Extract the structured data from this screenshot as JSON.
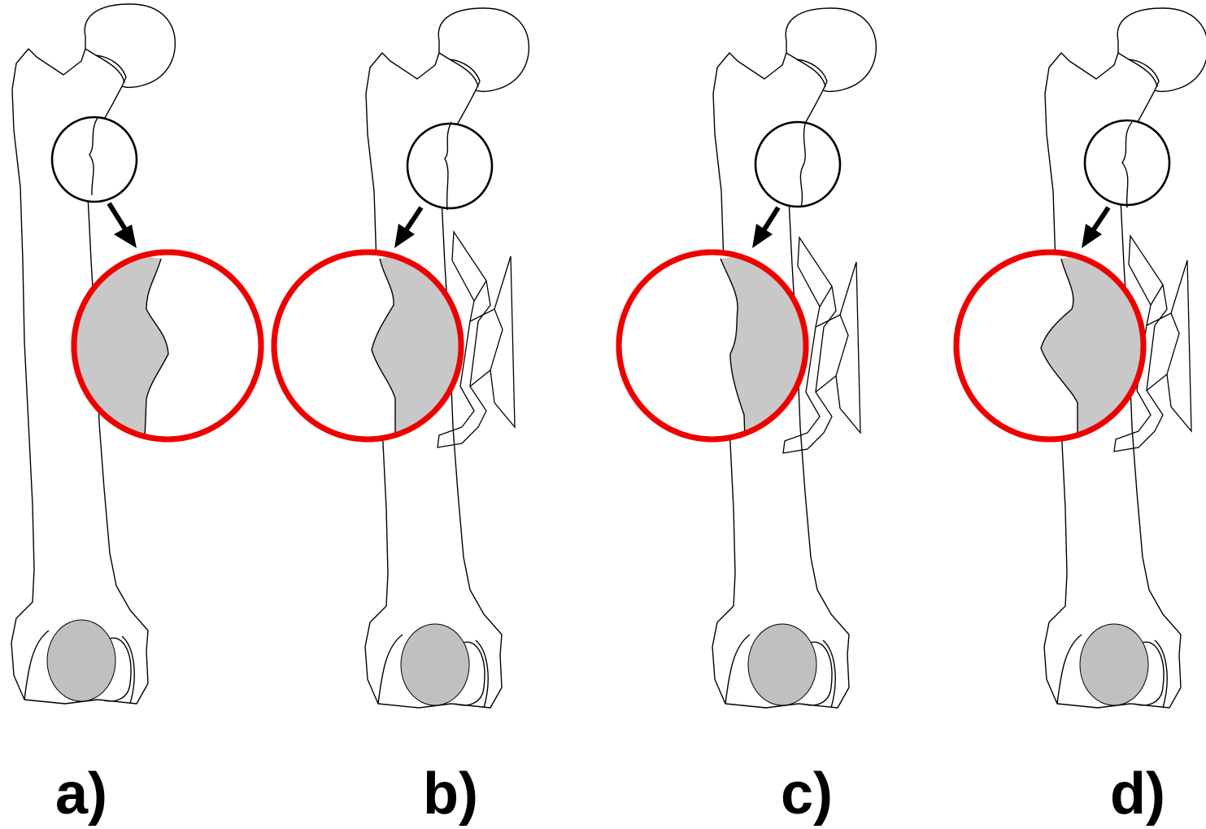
{
  "panels": [
    {
      "id": "a",
      "label": "a)",
      "implant": false,
      "shaded_side": "left"
    },
    {
      "id": "b",
      "label": "b)",
      "implant": true,
      "shaded_side": "right"
    },
    {
      "id": "c",
      "label": "c)",
      "implant": true,
      "shaded_side": "right"
    },
    {
      "id": "d",
      "label": "d)",
      "implant": true,
      "shaded_side": "right"
    }
  ],
  "colors": {
    "highlight_circle": "#ee0000",
    "shaded_region": "#c8c8c8",
    "condyle": "#c0c0c0",
    "outline": "#000000"
  }
}
